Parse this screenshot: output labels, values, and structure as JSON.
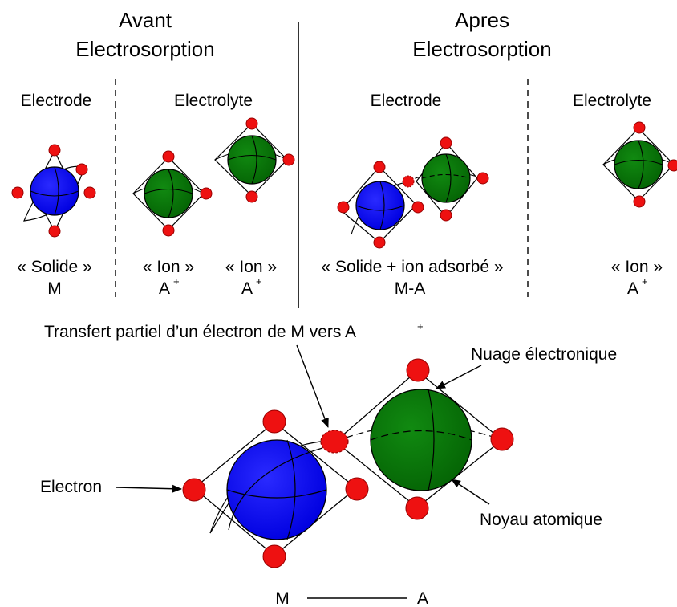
{
  "header": {
    "before_line1": "Avant",
    "before_line2": "Electrosorption",
    "after_line1": "Apres",
    "after_line2": "Electrosorption"
  },
  "columns": {
    "electrode_left": "Electrode",
    "electrolyte_left": "Electrolyte",
    "electrode_right": "Electrode",
    "electrolyte_right": "Electrolyte"
  },
  "captions": {
    "solid": "« Solide »",
    "solid_symbol": "M",
    "ion": "« Ion »",
    "ion_symbol": "A",
    "ion_charge": "+",
    "adsorbed": "« Solide + ion adsorbé »",
    "adsorbed_symbol": "M-A"
  },
  "detail": {
    "transfer_label": "Transfert partiel d’un électron de M vers A",
    "transfer_sup": "+",
    "cloud_label": "Nuage électronique",
    "electron_label": "Electron",
    "nucleus_label": "Noyau atomique",
    "bond_left": "M",
    "bond_right": "A"
  },
  "colors": {
    "metal_atom": "#0a0af0",
    "ion_atom": "#0a7a0a",
    "electron": "#ee1111"
  }
}
